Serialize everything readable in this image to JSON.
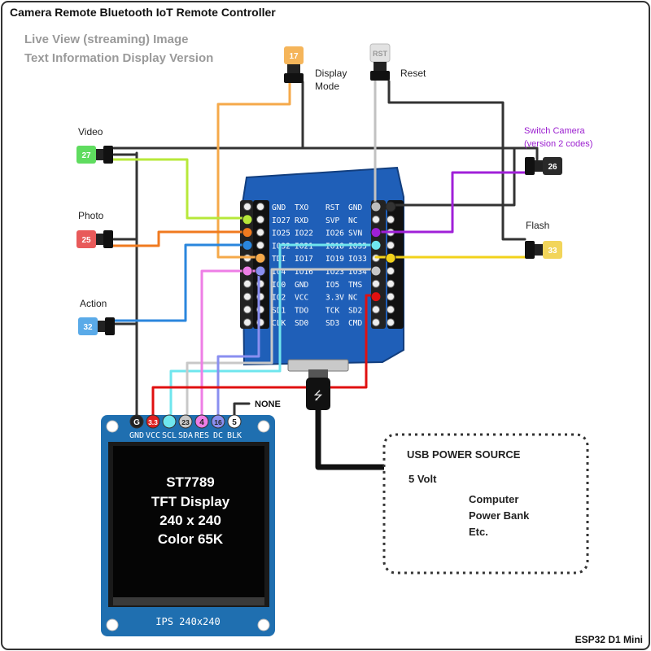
{
  "header": {
    "title": "Camera Remote Bluetooth IoT Remote Controller",
    "subtitle_line1": "Live View (streaming) Image",
    "subtitle_line2": "Text Information Display Version",
    "footer": "ESP32 D1 Mini"
  },
  "buttons": {
    "display_mode": {
      "pin": "17",
      "label_line1": "Display",
      "label_line2": "Mode",
      "color": "#f5b55a"
    },
    "reset": {
      "pin": "RST",
      "label": "Reset",
      "color": "#d8d8d8"
    },
    "video": {
      "pin": "27",
      "label": "Video",
      "color": "#5fdc5f"
    },
    "photo": {
      "pin": "25",
      "label": "Photo",
      "color": "#e85a5a"
    },
    "action": {
      "pin": "32",
      "label": "Action",
      "color": "#5aaae8"
    },
    "switch_camera": {
      "pin": "26",
      "label_line1": "Switch Camera",
      "label_line2": "(version 2 codes)",
      "color": "#222222",
      "label_color": "#9b1fcf"
    },
    "flash": {
      "pin": "33",
      "label": "Flash",
      "color": "#f2d55a"
    }
  },
  "board": {
    "left_pins": [
      {
        "a": "GND",
        "b": "TXO"
      },
      {
        "a": "IO27",
        "b": "RXD"
      },
      {
        "a": "IO25",
        "b": "IO22"
      },
      {
        "a": "IO32",
        "b": "IO21"
      },
      {
        "a": "TDI",
        "b": "IO17"
      },
      {
        "a": "IO4",
        "b": "IO16"
      },
      {
        "a": "IO0",
        "b": "GND"
      },
      {
        "a": "IO2",
        "b": "VCC"
      },
      {
        "a": "SD1",
        "b": "TDO"
      },
      {
        "a": "CLK",
        "b": "SD0"
      }
    ],
    "right_pins": [
      {
        "a": "RST",
        "b": "GND"
      },
      {
        "a": "SVP",
        "b": "NC"
      },
      {
        "a": "IO26",
        "b": "SVN"
      },
      {
        "a": "IO18",
        "b": "IO35"
      },
      {
        "a": "IO19",
        "b": "IO33"
      },
      {
        "a": "IO23",
        "b": "IO34"
      },
      {
        "a": "IO5",
        "b": "TMS"
      },
      {
        "a": "3.3V",
        "b": "NC"
      },
      {
        "a": "TCK",
        "b": "SD2"
      },
      {
        "a": "SD3",
        "b": "CMD"
      }
    ],
    "board_color": "#1f5fb8"
  },
  "display": {
    "header_pins": [
      {
        "num": "G",
        "name": "GND",
        "color": "#222222"
      },
      {
        "num": "3.3",
        "name": "VCC",
        "color": "#e02020"
      },
      {
        "num": "",
        "name": "SCL",
        "color": "#6fe6ee"
      },
      {
        "num": "23",
        "name": "SDA",
        "color": "#c8c8c8"
      },
      {
        "num": "4",
        "name": "RES",
        "color": "#ee7ee6"
      },
      {
        "num": "16",
        "name": "DC",
        "color": "#8a8ff0"
      },
      {
        "num": "5",
        "name": "BLK",
        "color": "#ffffff"
      }
    ],
    "none_label": "NONE",
    "screen_line1": "ST7789",
    "screen_line2": "TFT Display",
    "screen_line3": "240 x 240",
    "screen_line4": "Color 65K",
    "bottom_label": "IPS 240x240",
    "pcb_color": "#1f6fb0"
  },
  "power": {
    "title": "USB POWER SOURCE",
    "voltage": "5 Volt",
    "sources": [
      "Computer",
      "Power Bank",
      "Etc."
    ]
  },
  "wire_colors": {
    "black": "#333333",
    "grey": "#bdbdbd",
    "orange_d": "#f5a94a",
    "green": "#b7e83a",
    "orange_p": "#f07a1f",
    "blue": "#2a86dd",
    "purple": "#a020d8",
    "yellow": "#f2d21a",
    "cyan": "#6fe6ee",
    "pink": "#ee7ee6",
    "lav": "#8a8ff0",
    "lgrey": "#c8c8c8",
    "red": "#e01010"
  }
}
